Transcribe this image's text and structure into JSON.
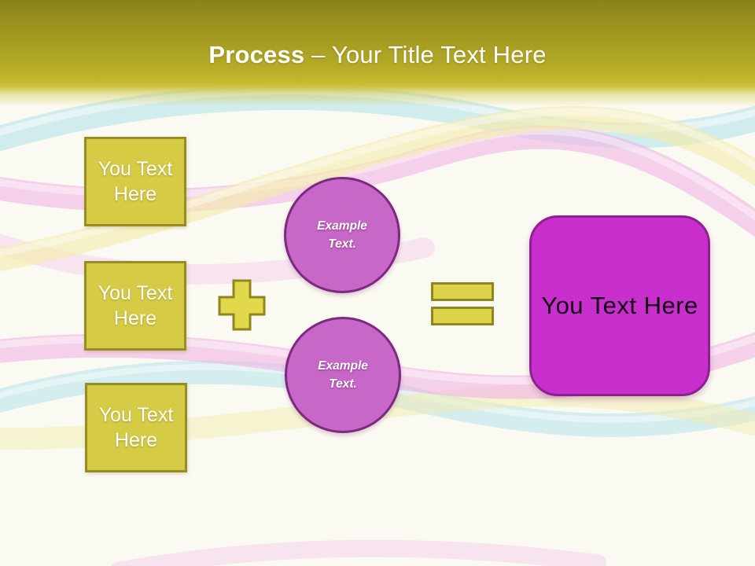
{
  "title": {
    "prefix": "Process",
    "suffix": " – Your Title Text Here"
  },
  "input_boxes": [
    {
      "text": "You Text Here"
    },
    {
      "text": "You Text Here"
    },
    {
      "text": "You Text Here"
    }
  ],
  "operators": {
    "plus_icon": "plus-icon",
    "equals_icon": "equals-icon"
  },
  "example_circles": [
    {
      "text": "Example Text."
    },
    {
      "text": "Example Text."
    }
  ],
  "result_box": {
    "text": "You Text Here"
  },
  "colors": {
    "canvas": "#fbfaf2",
    "header_top": "#8a811b",
    "header_bottom": "#cbc23a",
    "box_fill": "#d6cb45",
    "box_border": "#968d27",
    "operator_fill": "#ddd34b",
    "operator_border": "#8f861f",
    "circle_fill": "#c767c8",
    "circle_border": "#7c2a7e",
    "result_fill": "#c82fcc",
    "result_border": "#8e2192",
    "tube_cyan": "#aee0ea",
    "tube_pink": "#f2b4e6",
    "tube_yellow": "#f2ecae",
    "title_text": "#ffffff",
    "result_text": "#150115"
  }
}
